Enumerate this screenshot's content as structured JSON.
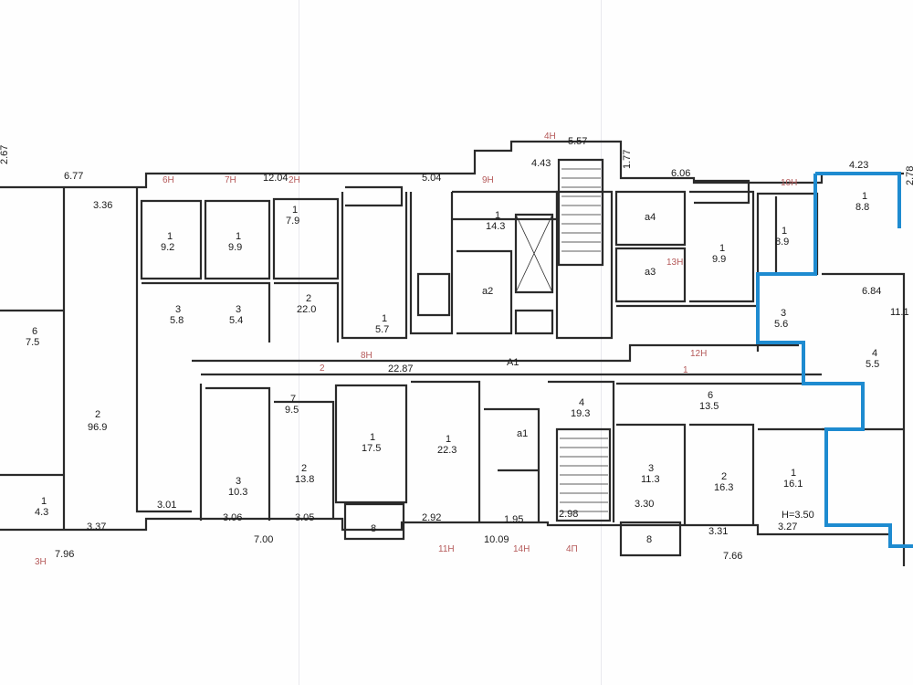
{
  "plan": {
    "colors": {
      "wall": "#2a2a2a",
      "highlight": "#1e8bd0",
      "label": "#1a1a1a",
      "apt_label": "#b55a5a"
    },
    "corridor_label": "A1",
    "corridor_length": "22.87",
    "height_note": "H=3.50",
    "top_dims": [
      "2.67",
      "6.77",
      "3.36",
      "12.04",
      "5.04",
      "5.57",
      "4.43",
      "1.77",
      "6.06",
      "4.23",
      "2.78"
    ],
    "bottom_dims": [
      "7.96",
      "7.00",
      "10.09",
      "7.66",
      "3.37",
      "3.01",
      "3.06",
      "3.05",
      "2.92",
      "1.95",
      "2.98",
      "3.30",
      "3.31",
      "3.27"
    ],
    "apt_labels": [
      "6Н",
      "7Н",
      "2Н",
      "9Н",
      "4Н",
      "10Н",
      "13Н",
      "12Н",
      "8Н",
      "3Н",
      "11Н",
      "14Н",
      "4П",
      "2",
      "1"
    ],
    "rooms": [
      {
        "id": "r-2-96",
        "n": "2",
        "area": "96.9"
      },
      {
        "id": "r-1-9.2",
        "n": "1",
        "area": "9.2"
      },
      {
        "id": "r-1-9.9a",
        "n": "1",
        "area": "9.9"
      },
      {
        "id": "r-1-7.9",
        "n": "1",
        "area": "7.9"
      },
      {
        "id": "r-2-22",
        "n": "2",
        "area": "22.0"
      },
      {
        "id": "r-3-5.8",
        "n": "3",
        "area": "5.8"
      },
      {
        "id": "r-3-5.4",
        "n": "3",
        "area": "5.4"
      },
      {
        "id": "r-1-5.7",
        "n": "1",
        "area": "5.7"
      },
      {
        "id": "r-1-14.3",
        "n": "1",
        "area": "14.3"
      },
      {
        "id": "r-a2",
        "n": "",
        "area": "a2"
      },
      {
        "id": "r-a4",
        "n": "",
        "area": "a4"
      },
      {
        "id": "r-a3",
        "n": "",
        "area": "a3"
      },
      {
        "id": "r-1-9.9b",
        "n": "1",
        "area": "9.9"
      },
      {
        "id": "r-1-8.9",
        "n": "1",
        "area": "8.9"
      },
      {
        "id": "r-1-8.8",
        "n": "1",
        "area": "8.8"
      },
      {
        "id": "r-3-5.6",
        "n": "3",
        "area": "5.6"
      },
      {
        "id": "r-4-5.5",
        "n": "4",
        "area": "5.5"
      },
      {
        "id": "r-6-7.5",
        "n": "6",
        "area": "7.5"
      },
      {
        "id": "r-1-17.5",
        "n": "1",
        "area": "17.5"
      },
      {
        "id": "r-1-22.3",
        "n": "1",
        "area": "22.3"
      },
      {
        "id": "r-4-19.3",
        "n": "4",
        "area": "19.3"
      },
      {
        "id": "r-6-13.5",
        "n": "6",
        "area": "13.5"
      },
      {
        "id": "r-7-9.5",
        "n": "7",
        "area": "9.5"
      },
      {
        "id": "r-2-13.8",
        "n": "2",
        "area": "13.8"
      },
      {
        "id": "r-3-10.3",
        "n": "3",
        "area": "10.3"
      },
      {
        "id": "r-3-11.3",
        "n": "3",
        "area": "11.3"
      },
      {
        "id": "r-2-16.3",
        "n": "2",
        "area": "16.3"
      },
      {
        "id": "r-1-16.1",
        "n": "1",
        "area": "16.1"
      },
      {
        "id": "r-1-4.3",
        "n": "1",
        "area": "4.3"
      },
      {
        "id": "r-a1",
        "n": "",
        "area": "a1"
      },
      {
        "id": "r-8a",
        "n": "",
        "area": "8"
      },
      {
        "id": "r-8b",
        "n": "",
        "area": "8"
      },
      {
        "id": "r-6.8",
        "n": "",
        "area": "6.84"
      },
      {
        "id": "r-11",
        "n": "",
        "area": "11.1"
      }
    ]
  }
}
